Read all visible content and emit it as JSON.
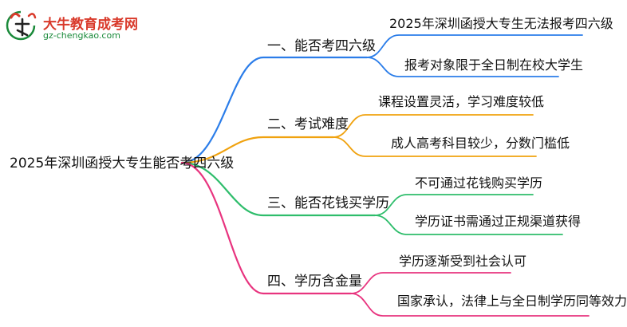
{
  "logo": {
    "title": "大牛教育成考网",
    "url": "gz-chengkao.com",
    "icon": "bull-mascot-icon",
    "colors": {
      "title": "#d93a2b",
      "url": "#1a8a3a"
    }
  },
  "root": {
    "label": "2025年深圳函授大专生能否考四六级"
  },
  "branches": [
    {
      "label": "一、能否考四六级",
      "color": "#2b7de9",
      "leaves": [
        "2025年深圳函授大专生无法报考四六级",
        "报考对象限于全日制在校大学生"
      ]
    },
    {
      "label": "二、考试难度",
      "color": "#f0a20f",
      "leaves": [
        "课程设置灵活，学习难度较低",
        "成人高考科目较少，分数门槛低"
      ]
    },
    {
      "label": "三、能否花钱买学历",
      "color": "#2ebd6b",
      "leaves": [
        "不可通过花钱购买学历",
        "学历证书需通过正规渠道获得"
      ]
    },
    {
      "label": "四、学历含金量",
      "color": "#e8347f",
      "leaves": [
        "学历逐渐受到社会认可",
        "国家承认，法律上与全日制学历同等效力"
      ]
    }
  ]
}
